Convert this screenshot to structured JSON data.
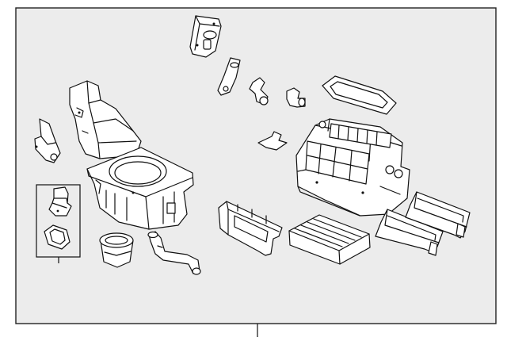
{
  "diagram": {
    "background": "#ececec",
    "line_color": "#111111",
    "parts": [
      {
        "id": "mode-actuator",
        "icon": "actuator-icon"
      },
      {
        "id": "link-arm-a",
        "icon": "link-arm-icon"
      },
      {
        "id": "link-arm-b",
        "icon": "link-arm-icon"
      },
      {
        "id": "link-arm-c",
        "icon": "link-arm-icon"
      },
      {
        "id": "filter-frame-seal",
        "icon": "seal-icon"
      },
      {
        "id": "air-duct",
        "icon": "duct-icon"
      },
      {
        "id": "small-bracket",
        "icon": "bracket-icon"
      },
      {
        "id": "blower-housing",
        "icon": "housing-icon"
      },
      {
        "id": "foam-seal-piece",
        "icon": "seal-icon"
      },
      {
        "id": "hvac-case-assembly",
        "icon": "hvac-case-icon"
      },
      {
        "id": "resistor",
        "icon": "resistor-icon"
      },
      {
        "id": "resistor-gasket",
        "icon": "gasket-icon"
      },
      {
        "id": "blower-motor",
        "icon": "motor-icon"
      },
      {
        "id": "drain-hose",
        "icon": "hose-icon"
      },
      {
        "id": "side-panel-bracket",
        "icon": "bracket-icon"
      },
      {
        "id": "cabin-air-filter",
        "icon": "filter-icon"
      },
      {
        "id": "filter-cover-a",
        "icon": "cover-icon"
      },
      {
        "id": "filter-cover-b",
        "icon": "cover-icon"
      }
    ]
  }
}
